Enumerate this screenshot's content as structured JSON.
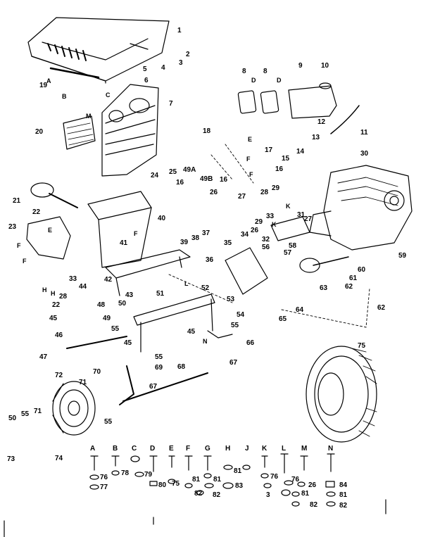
{
  "callouts": [
    "1",
    "2",
    "3",
    "4",
    "5",
    "6",
    "7",
    "8",
    "9",
    "10",
    "11",
    "12",
    "13",
    "14",
    "15",
    "16",
    "17",
    "18",
    "19",
    "20",
    "21",
    "22",
    "23",
    "24",
    "25",
    "26",
    "27",
    "28",
    "29",
    "30",
    "31",
    "32",
    "33",
    "34",
    "35",
    "36",
    "37",
    "38",
    "39",
    "40",
    "41",
    "42",
    "43",
    "44",
    "45",
    "46",
    "47",
    "48",
    "49",
    "49A",
    "49B",
    "50",
    "51",
    "52",
    "53",
    "54",
    "55",
    "56",
    "57",
    "58",
    "59",
    "60",
    "61",
    "62",
    "63",
    "64",
    "65",
    "66",
    "67",
    "68",
    "69",
    "70",
    "71",
    "72",
    "73",
    "74",
    "75",
    "76",
    "77",
    "78",
    "79",
    "80",
    "81",
    "82",
    "83",
    "84"
  ],
  "letter_callouts": [
    "A",
    "B",
    "C",
    "D",
    "E",
    "F",
    "H",
    "K",
    "L",
    "M",
    "N"
  ],
  "hardware_headers": [
    "A",
    "B",
    "C",
    "D",
    "E",
    "F",
    "G",
    "H",
    "J",
    "K",
    "L",
    "M",
    "N"
  ],
  "hardware_numbers": [
    "76",
    "77",
    "78",
    "79",
    "80",
    "81",
    "82",
    "83",
    "84"
  ],
  "colors": {
    "ink": "#000000",
    "paper": "#ffffff"
  }
}
